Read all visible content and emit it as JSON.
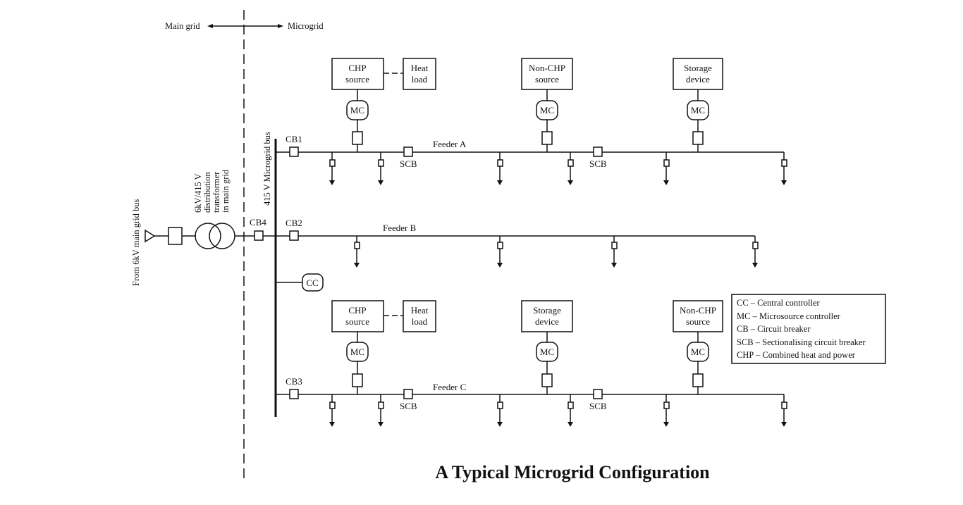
{
  "header": {
    "main_grid": "Main grid",
    "microgrid": "Microgrid"
  },
  "left": {
    "source_label": "From 6kV main grid bus",
    "transformer_lines": [
      "6kV/415 V",
      "distribution",
      "transformer",
      "in main grid"
    ],
    "bus_label": "415 V Microgrid bus"
  },
  "breakers": {
    "cb1": "CB1",
    "cb2": "CB2",
    "cb3": "CB3",
    "cb4": "CB4",
    "scb": "SCB"
  },
  "controller": {
    "cc": "CC",
    "mc": "MC"
  },
  "feeders": {
    "a": "Feeder A",
    "b": "Feeder B",
    "c": "Feeder C"
  },
  "feeder_a_units": [
    {
      "lines": [
        "CHP",
        "source"
      ]
    },
    {
      "lines": [
        "Non-CHP",
        "source"
      ]
    },
    {
      "lines": [
        "Storage",
        "device"
      ]
    }
  ],
  "feeder_c_units": [
    {
      "lines": [
        "CHP",
        "source"
      ]
    },
    {
      "lines": [
        "Storage",
        "device"
      ]
    },
    {
      "lines": [
        "Non-CHP",
        "source"
      ]
    }
  ],
  "heat_load": [
    "Heat",
    "load"
  ],
  "legend": [
    "CC – Central controller",
    "MC – Microsource controller",
    "CB – Circuit breaker",
    "SCB – Sectionalising circuit breaker",
    "CHP – Combined heat and power"
  ],
  "title": "A Typical Microgrid Configuration"
}
